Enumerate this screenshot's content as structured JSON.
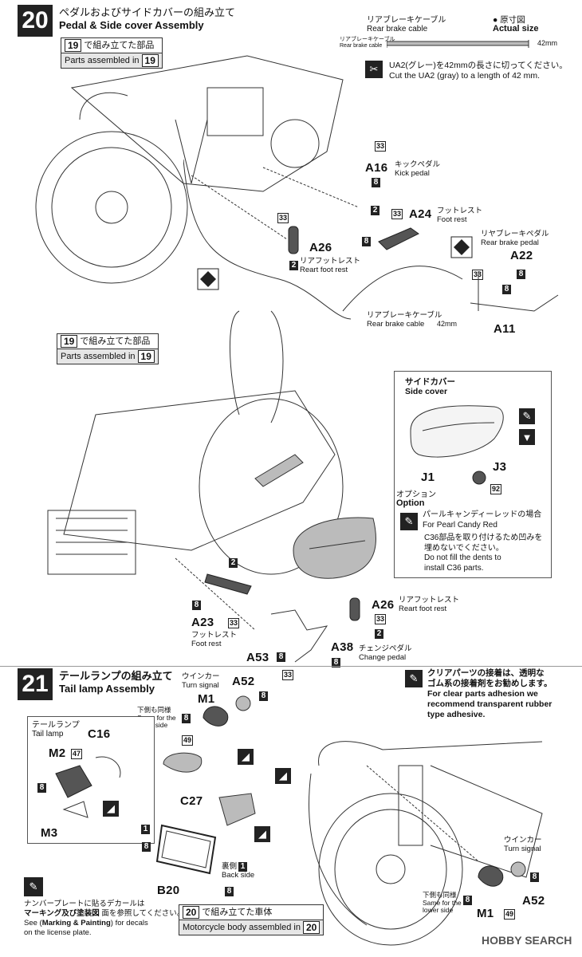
{
  "step20": {
    "number": "20",
    "title_ja": "ペダルおよびサイドカバーの組み立て",
    "title_en": "Pedal & Side cover Assembly",
    "ref_ja": "で組み立てた部品",
    "ref_en": "Parts assembled in",
    "ref_num": "19",
    "cable": {
      "title_ja": "リアブレーキケーブル",
      "title_en": "Rear brake cable",
      "actual_ja": "● 原寸図",
      "actual_en": "Actual size",
      "small_ja": "リアブレーキケーブル",
      "small_en": "Rear brake cable",
      "length": "42mm",
      "code": "UA2",
      "cut_ja": "UA2(グレー)を42mmの長さに切ってください。",
      "cut_en": "Cut the UA2 (gray) to a length of 42 mm."
    },
    "parts": {
      "a16": "A16",
      "a16_ja": "キックペダル",
      "a16_en": "Kick pedal",
      "a24": "A24",
      "a24_ja": "フットレスト",
      "a24_en": "Foot rest",
      "a26": "A26",
      "a26_ja": "リアフットレスト",
      "a26_en": "Reart foot rest",
      "a22": "A22",
      "a22_ja": "リヤブレーキペダル",
      "a22_en": "Rear brake pedal",
      "a11": "A11",
      "cable_ja": "リアブレーキケーブル",
      "cable_en": "Rear brake cable",
      "cable_len": "42mm"
    },
    "colors": {
      "c33": "33",
      "c8": "8",
      "c2": "2"
    },
    "lower": {
      "ref_num": "19",
      "side_cover_ja": "サイドカバー",
      "side_cover_en": "Side cover",
      "j1": "J1",
      "j3": "J3",
      "c92": "92",
      "option_ja": "オプション",
      "option_en": "Option",
      "pearl_ja": "パールキャンディーレッドの場合",
      "pearl_en": "For Pearl Candy Red",
      "dent_ja1": "C36部品を取り付けるため凹みを",
      "dent_ja2": "埋めないでください。",
      "dent_en1": "Do not fill the dents to",
      "dent_en2": "install C36 parts.",
      "a23": "A23",
      "a23_ja": "フットレスト",
      "a23_en": "Foot rest",
      "a26": "A26",
      "a26_ja": "リアフットレスト",
      "a26_en": "Reart foot rest",
      "a38": "A38",
      "a38_ja": "チェンジペダル",
      "a38_en": "Change pedal",
      "a53": "A53"
    }
  },
  "step21": {
    "number": "21",
    "title_ja": "テールランプの組み立て",
    "title_en": "Tail lamp Assembly",
    "clear_ja1": "クリアパーツの接着は、透明な",
    "clear_ja2": "ゴム系の接着剤をお勧めします。",
    "clear_en1": "For clear parts adhesion we",
    "clear_en2": "recommend transparent rubber",
    "clear_en3": "type adhesive.",
    "winker_ja": "ウインカー",
    "winker_en": "Turn signal",
    "m1": "M1",
    "a52": "A52",
    "same_ja": "下側も同様",
    "same_en1": "Same for the",
    "same_en2": "lower side",
    "tail_ja": "テールランプ",
    "tail_en": "Tail lamp",
    "c16": "C16",
    "m2": "M2",
    "m3": "M3",
    "c47": "47",
    "c49": "49",
    "c27": "C27",
    "b20": "B20",
    "back_ja": "裏側",
    "back_en": "Back side",
    "plate_ja1": "ナンバープレートに貼るデカールは",
    "plate_ja2": "マーキング及び塗装図",
    "plate_ja2b": " 面を参照してください。",
    "plate_en1": "See (",
    "plate_en_bold": "Marking & Painting",
    "plate_en2": ") for decals",
    "plate_en3": "on the license plate.",
    "body_ref_ja": "で組み立てた車体",
    "body_ref_en": "Motorcycle body assembled in",
    "body_ref_num": "20",
    "winker2_ja": "ウインカー",
    "winker2_en": "Turn signal",
    "m1b": "M1",
    "a52b": "A52"
  },
  "watermark": "HOBBY SEARCH"
}
